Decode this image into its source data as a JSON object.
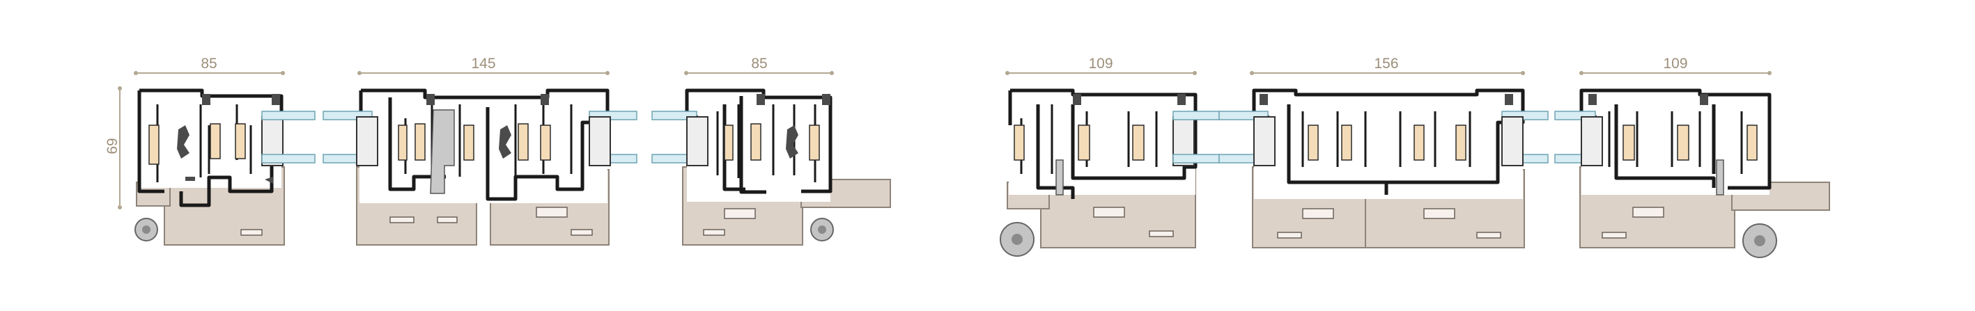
{
  "dimensions": {
    "left_group": {
      "width_a": "85",
      "width_b": "145",
      "width_c": "85",
      "height": "69"
    },
    "right_group": {
      "width_a": "109",
      "width_b": "156",
      "width_c": "109"
    }
  },
  "colors": {
    "outline": "#1a1a1a",
    "wood": "#f4dcb8",
    "glass": "#d7ecf3",
    "base": "#ddd2c8",
    "dimension": "#9c8f7a"
  }
}
